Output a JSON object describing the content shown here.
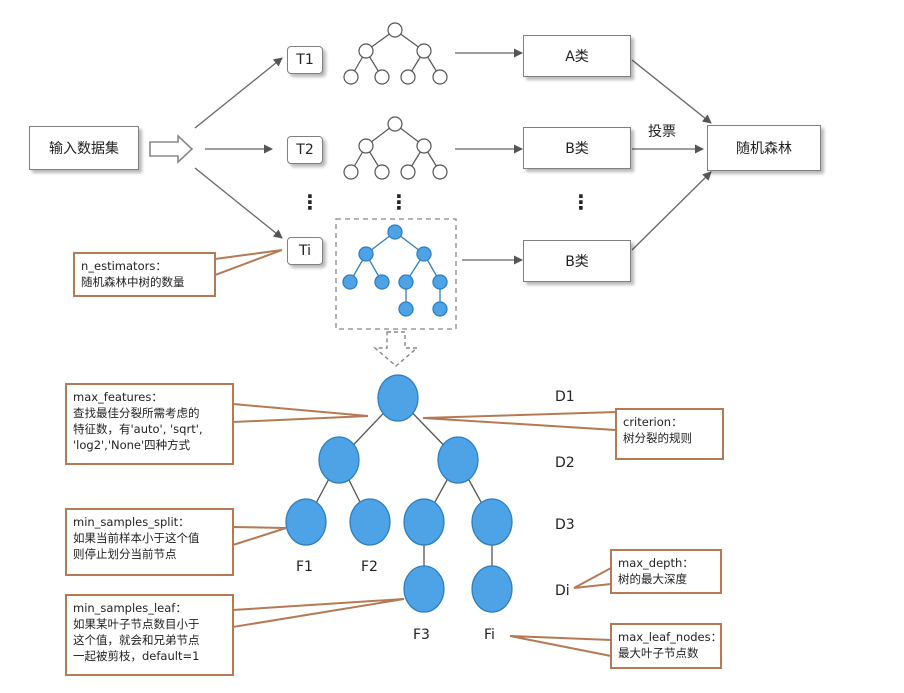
{
  "input_label": "输入数据集",
  "output_label": "随机森林",
  "vote_label": "投票",
  "trees": [
    "T1",
    "T2",
    "Ti"
  ],
  "classes": [
    "A类",
    "B类",
    "B类"
  ],
  "ellipsis": "⋮",
  "depth_labels": [
    "D1",
    "D2",
    "D3",
    "Di"
  ],
  "leaf_labels": [
    "F1",
    "F2",
    "F3",
    "Fi"
  ],
  "notes": {
    "n_estimators": {
      "title": "n_estimators：",
      "lines": [
        "随机森林中树的数量"
      ]
    },
    "max_features": {
      "title": "max_features：",
      "lines": [
        "查找最佳分裂所需考虑的",
        "特征数，有'auto', 'sqrt',",
        "'log2','None'四种方式"
      ]
    },
    "criterion": {
      "title": "criterion：",
      "lines": [
        "树分裂的规则"
      ]
    },
    "min_samples_split": {
      "title": "min_samples_split：",
      "lines": [
        "如果当前样本小于这个值",
        "则停止划分当前节点"
      ]
    },
    "max_depth": {
      "title": "max_depth：",
      "lines": [
        "树的最大深度"
      ]
    },
    "min_samples_leaf": {
      "title": "min_samples_leaf：",
      "lines": [
        "如果某叶子节点数目小于",
        "这个值，就会和兄弟节点",
        "一起被剪枝，default=1"
      ]
    },
    "max_leaf_nodes": {
      "title": "max_leaf_nodes：",
      "lines": [
        "最大叶子节点数"
      ]
    }
  },
  "colors": {
    "node_fill": "#4da3e6",
    "node_stroke": "#2f7fbf",
    "note_border": "#b57a55",
    "arrow": "#666666"
  }
}
